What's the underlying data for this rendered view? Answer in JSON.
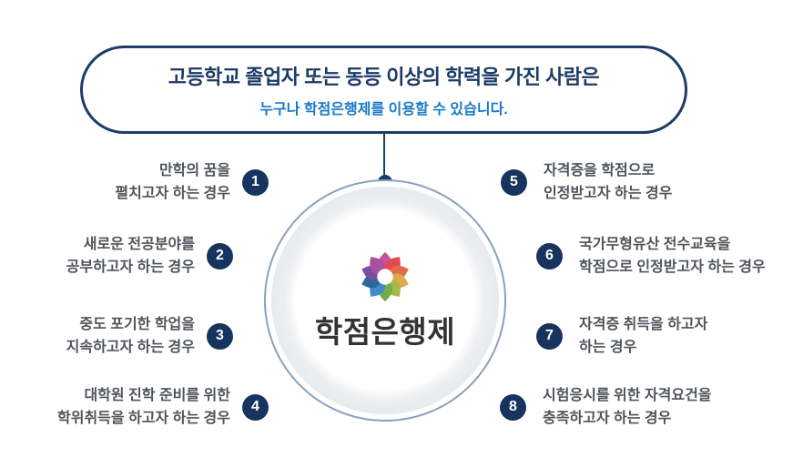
{
  "banner": {
    "title": "고등학교 졸업자 또는 동등 이상의 학력을 가진 사람은",
    "subtitle": "누구나 학점은행제를 이용할 수 있습니다."
  },
  "center": {
    "logo_text": "학점은행제",
    "logo_icon": "flower-logo-icon",
    "petal_colors": [
      "#c8519e",
      "#e04a50",
      "#e26a4c",
      "#dda94a",
      "#a9b84d",
      "#6fae49",
      "#3f8cc9",
      "#2f679f",
      "#7b4fa0",
      "#a8519f"
    ]
  },
  "items": [
    {
      "number": "1",
      "line1": "만학의 꿈을",
      "line2": "펼치고자 하는 경우"
    },
    {
      "number": "2",
      "line1": "새로운 전공분야를",
      "line2": "공부하고자 하는 경우"
    },
    {
      "number": "3",
      "line1": "중도 포기한 학업을",
      "line2": "지속하고자 하는 경우"
    },
    {
      "number": "4",
      "line1": "대학원 진학 준비를 위한",
      "line2": "학위취득을 하고자 하는 경우"
    },
    {
      "number": "5",
      "line1": "자격증을 학점으로",
      "line2": "인정받고자 하는 경우"
    },
    {
      "number": "6",
      "line1": "국가무형유산 전수교육을",
      "line2": "학점으로 인정받고자 하는 경우"
    },
    {
      "number": "7",
      "line1": "자격증 취득을 하고자",
      "line2": "하는 경우"
    },
    {
      "number": "8",
      "line1": "시험응시를 위한 자격요건을",
      "line2": "충족하고자 하는 경우"
    }
  ],
  "colors": {
    "navy_outline": "#1d3c68",
    "title_navy": "#1c3b66",
    "subtitle_blue": "#1878c8",
    "badge_navy": "#16345d",
    "item_text_gray": "#4e545c",
    "ring_gray": "#e8eaee",
    "circle_border_blue": "#8aa0c0"
  }
}
